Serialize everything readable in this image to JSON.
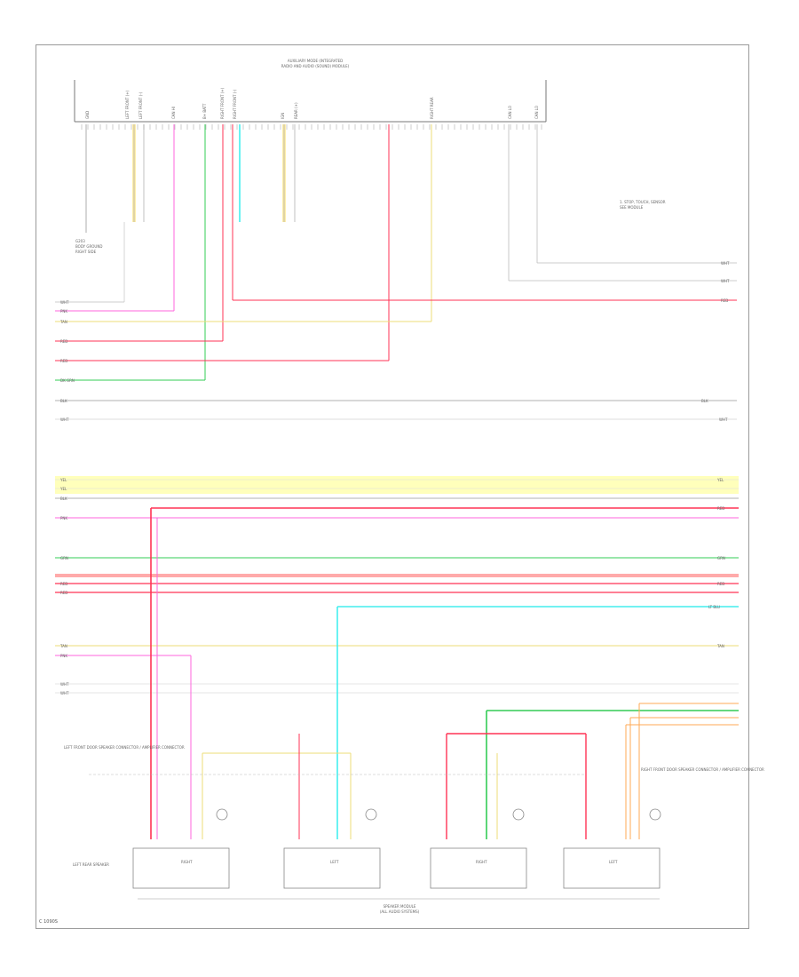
{
  "header": {
    "title_line1": "AUXILIARY MODE (INTEGRATED",
    "title_line2": "RADIO AND AUDIO (SOUND) MODULE)"
  },
  "connector": {
    "pin_labels": [
      "GND",
      "LEFT FRONT (+)",
      "LEFT FRONT (-)",
      "CAN HI",
      "CAN LO",
      "B+ BATT",
      "RIGHT FRONT (+)",
      "RIGHT FRONT (-)",
      "IGN",
      "REAR (+)",
      "RIGHT REAR",
      "CAN LO"
    ]
  },
  "notes": {
    "right_note_line1": "1. STOP, TOUCH, SENSOR",
    "right_note_line2": "SEE MODULE",
    "left_ground": "G203",
    "left_ground_line2": "BODY GROUND",
    "left_ground_line3": "RIGHT SIDE",
    "left_speaker_note": "LEFT FRONT DOOR SPEAKER CONNECTOR / AMPLIFIER CONNECTOR",
    "right_speaker_note": "RIGHT FRONT DOOR SPEAKER CONNECTOR / AMPLIFIER CONNECTOR",
    "bottom_left_note": "LEFT REAR SPEAKER",
    "bottom_title_line1": "SPEAKER MODULE",
    "bottom_title_line2": "(ALL AUDIO SYSTEMS)",
    "page_code": "C 1090S"
  },
  "wires": {
    "wht": "WHT",
    "pnk": "PNK",
    "red": "RED",
    "tan": "TAN",
    "grn": "GRN",
    "blu": "LT BLU",
    "dk_grn": "DK GRN",
    "org": "ORG",
    "blk": "BLK",
    "yel": "YEL"
  },
  "modules": {
    "m1": "RIGHT",
    "m2": "LEFT",
    "m3": "RIGHT",
    "m4": "LEFT"
  },
  "colors": {
    "pink": "#ff66dd",
    "red": "#ff3355",
    "light_red": "#ffaaaa",
    "yellow": "#eedd77",
    "pale_yellow": "#ffffbb",
    "green": "#33cc55",
    "cyan": "#44eeee",
    "orange": "#ffaa55",
    "gray": "#999999"
  }
}
